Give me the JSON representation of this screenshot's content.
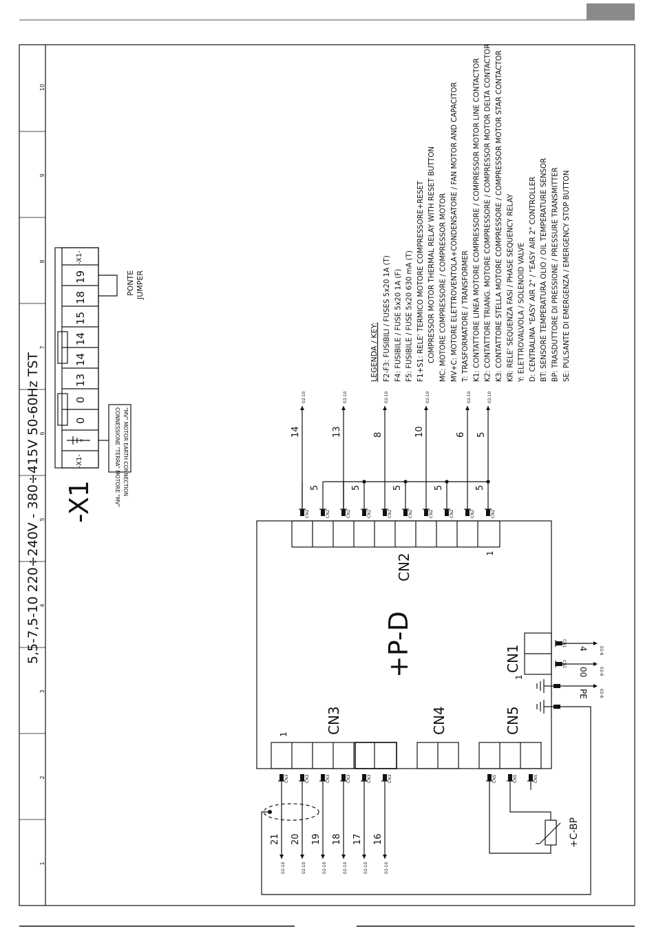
{
  "title": "5,5-7,5-10  220÷240V - 380÷415V 50-60Hz TST",
  "terminal_block": {
    "name": "-X1",
    "end_label": "-X1-",
    "terminals": [
      "0",
      "0",
      "13",
      "14",
      "14",
      "15",
      "18",
      "19"
    ],
    "earth_note_line1": "CONNESSIONE \"TERRA\" MOTORE \"MV\"",
    "earth_note_line2": "\"MV\" MOTOR EARTH CONNECTION",
    "jumper_line1": "PONTE",
    "jumper_line2": "JUMPER"
  },
  "grid_numbers": [
    "1",
    "2",
    "3",
    "4",
    "5",
    "6",
    "7",
    "8",
    "9",
    "10"
  ],
  "controller": {
    "name": "+P-D",
    "connectors": {
      "cn1": "CN1",
      "cn2": "CN2",
      "cn3": "CN3",
      "cn4": "CN4",
      "cn5": "CN5"
    },
    "pin1": "1"
  },
  "cn2_wires": {
    "tag": "CN2",
    "ref": "02-10",
    "top_numbers": [
      "14",
      "13",
      "8",
      "10",
      "6",
      "5"
    ],
    "bus_number": "5"
  },
  "cn3_wires": {
    "tag": "CN3",
    "ref": "02-10",
    "numbers": [
      "21",
      "20",
      "19",
      "18",
      "17",
      "16"
    ]
  },
  "cn1_wires": {
    "tag": "CN1",
    "ref": "02-6",
    "labels": [
      "4",
      "00",
      "PE"
    ]
  },
  "cn5_wires": {
    "tag": "CN5"
  },
  "transducer": "+C-BP",
  "legend": {
    "heading": "LEGENDA / KEY:",
    "lines": [
      "F2-F3: FUSIBILI / FUSES 5x20 1A (T)",
      "F4: FUSIBILE / FUSE 5x20 1A (F)",
      "F5: FUSIBILE / FUSE 5x20 630 mA (T)",
      "F1+S1: RELE' TERMICO MOTORE COMPRESSORE+RESET",
      "COMPRESSOR MOTOR THERMAL RELAY WITH RESET BUTTON",
      "MC: MOTORE COMPRESSORE / COMPRESSOR MOTOR",
      "MV+C: MOTORE ELETTROVENTOLA+CONDENSATORE / FAN MOTOR AND CAPACITOR",
      "T: TRASFORMATORE / TRANSFORMER",
      "K1: CONTATTORE LINEA MOTORE COMPRESSORE / COMPRESSOR MOTOR LINE CONTACTOR",
      "K2: CONTATTORE TRIANG. MOTORE COMPRESSORE / COMPRESSOR MOTOR DELTA CONTACTOR",
      "K3: CONTATTORE STELLA MOTORE COMPRESSORE / COMPRESSOR MOTOR STAR CONTACTOR",
      "KR: RELE' SEQUENZA FASI / PHASE SEQUENCY RELAY",
      "Y: ELETTROVALVOLA / SOLENOID VALVE",
      "D: CENTRALINA \"EASY AIR 2\" / \"EASY AIR 2\" CONTROLLER",
      "BT: SENSORE TEMPERATURA OLIO / OIL TEMPERATURE SENSOR",
      "BP: TRASDUTTORE DI PRESSIONE / PRESSURE TRANSMITTER",
      "SE: PULSANTE DI EMERGENZA / EMERGENCY STOP BUTTON"
    ]
  }
}
